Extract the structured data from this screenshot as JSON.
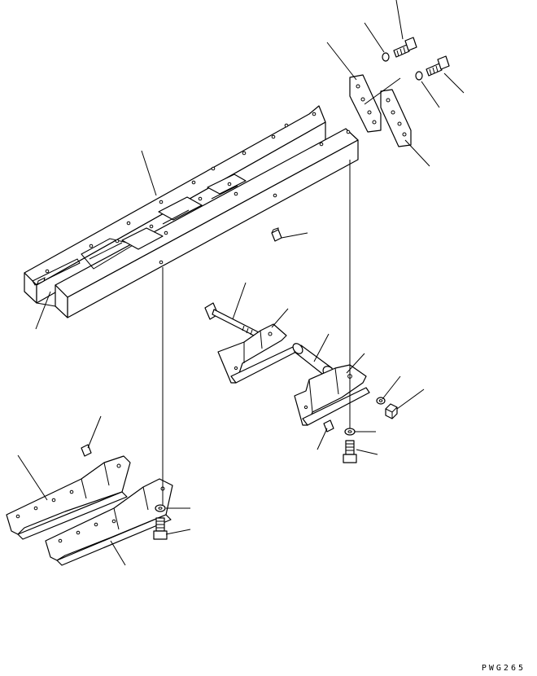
{
  "figure": {
    "code": "PWG265",
    "colors": {
      "line": "#000000",
      "background": "#ffffff"
    }
  },
  "parts": [
    "main-frame",
    "cross-member",
    "mount-bracket-upper-left",
    "mount-bracket-upper-right",
    "rear-bolt-upper",
    "rear-washer-upper",
    "rear-bolt-lower",
    "rear-washer-lower",
    "frame-plug",
    "front-pin-bolt",
    "left-cradle-bracket",
    "pivot-shaft",
    "right-cradle-bracket",
    "bracket-washer",
    "bracket-nut",
    "bracket-plug",
    "right-bracket-washer",
    "right-bracket-bolt",
    "left-step-bracket",
    "step-plug",
    "right-step-bracket",
    "step-washer",
    "step-bolt"
  ]
}
